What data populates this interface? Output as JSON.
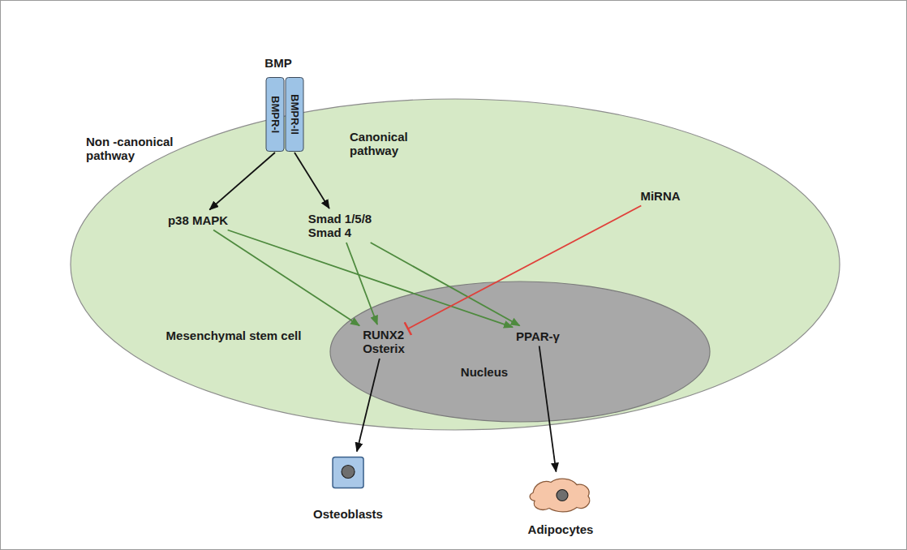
{
  "diagram": {
    "nodes": [
      {
        "text": [
          "Mesenchymal stem cell"
        ]
      },
      {
        "text": [
          "BMPR-I"
        ]
      },
      {
        "text": [
          "BMPR-II"
        ]
      },
      {
        "text": [
          "p38 MAPK"
        ],
        "in": 0
      },
      {
        "text": [
          "Smad 1/5/8",
          "Smad 4"
        ],
        "in": 0
      },
      {
        "text": [
          "MiRNA"
        ],
        "in": 0
      },
      {
        "text": [
          "Nucleus"
        ],
        "in": 0
      },
      {
        "text": [
          "RUNX2",
          "Osterix"
        ],
        "in": 6
      },
      {
        "text": [
          "PPAR-γ"
        ],
        "in": 6
      },
      {
        "text": [
          "Osteoblasts"
        ]
      },
      {
        "text": [
          "Adipocytes"
        ]
      }
    ],
    "edges": [
      {
        "from": 1,
        "to": 3,
        "arrow": "to"
      },
      {
        "from": 2,
        "to": 4,
        "arrow": "to"
      },
      {
        "from": 3,
        "to": 7,
        "arrow": "to"
      },
      {
        "from": 3,
        "to": 8,
        "arrow": "to"
      },
      {
        "from": 4,
        "to": 7,
        "arrow": "to"
      },
      {
        "from": 4,
        "to": 8,
        "arrow": "to"
      },
      {
        "from": 5,
        "to": 7,
        "arrow": "to"
      },
      {
        "from": 7,
        "to": 9,
        "arrow": "to"
      },
      {
        "from": 8,
        "to": 10,
        "arrow": "to"
      }
    ],
    "labels": [
      "BMP",
      "Non -canonical pathway",
      "Canonical pathway"
    ]
  }
}
